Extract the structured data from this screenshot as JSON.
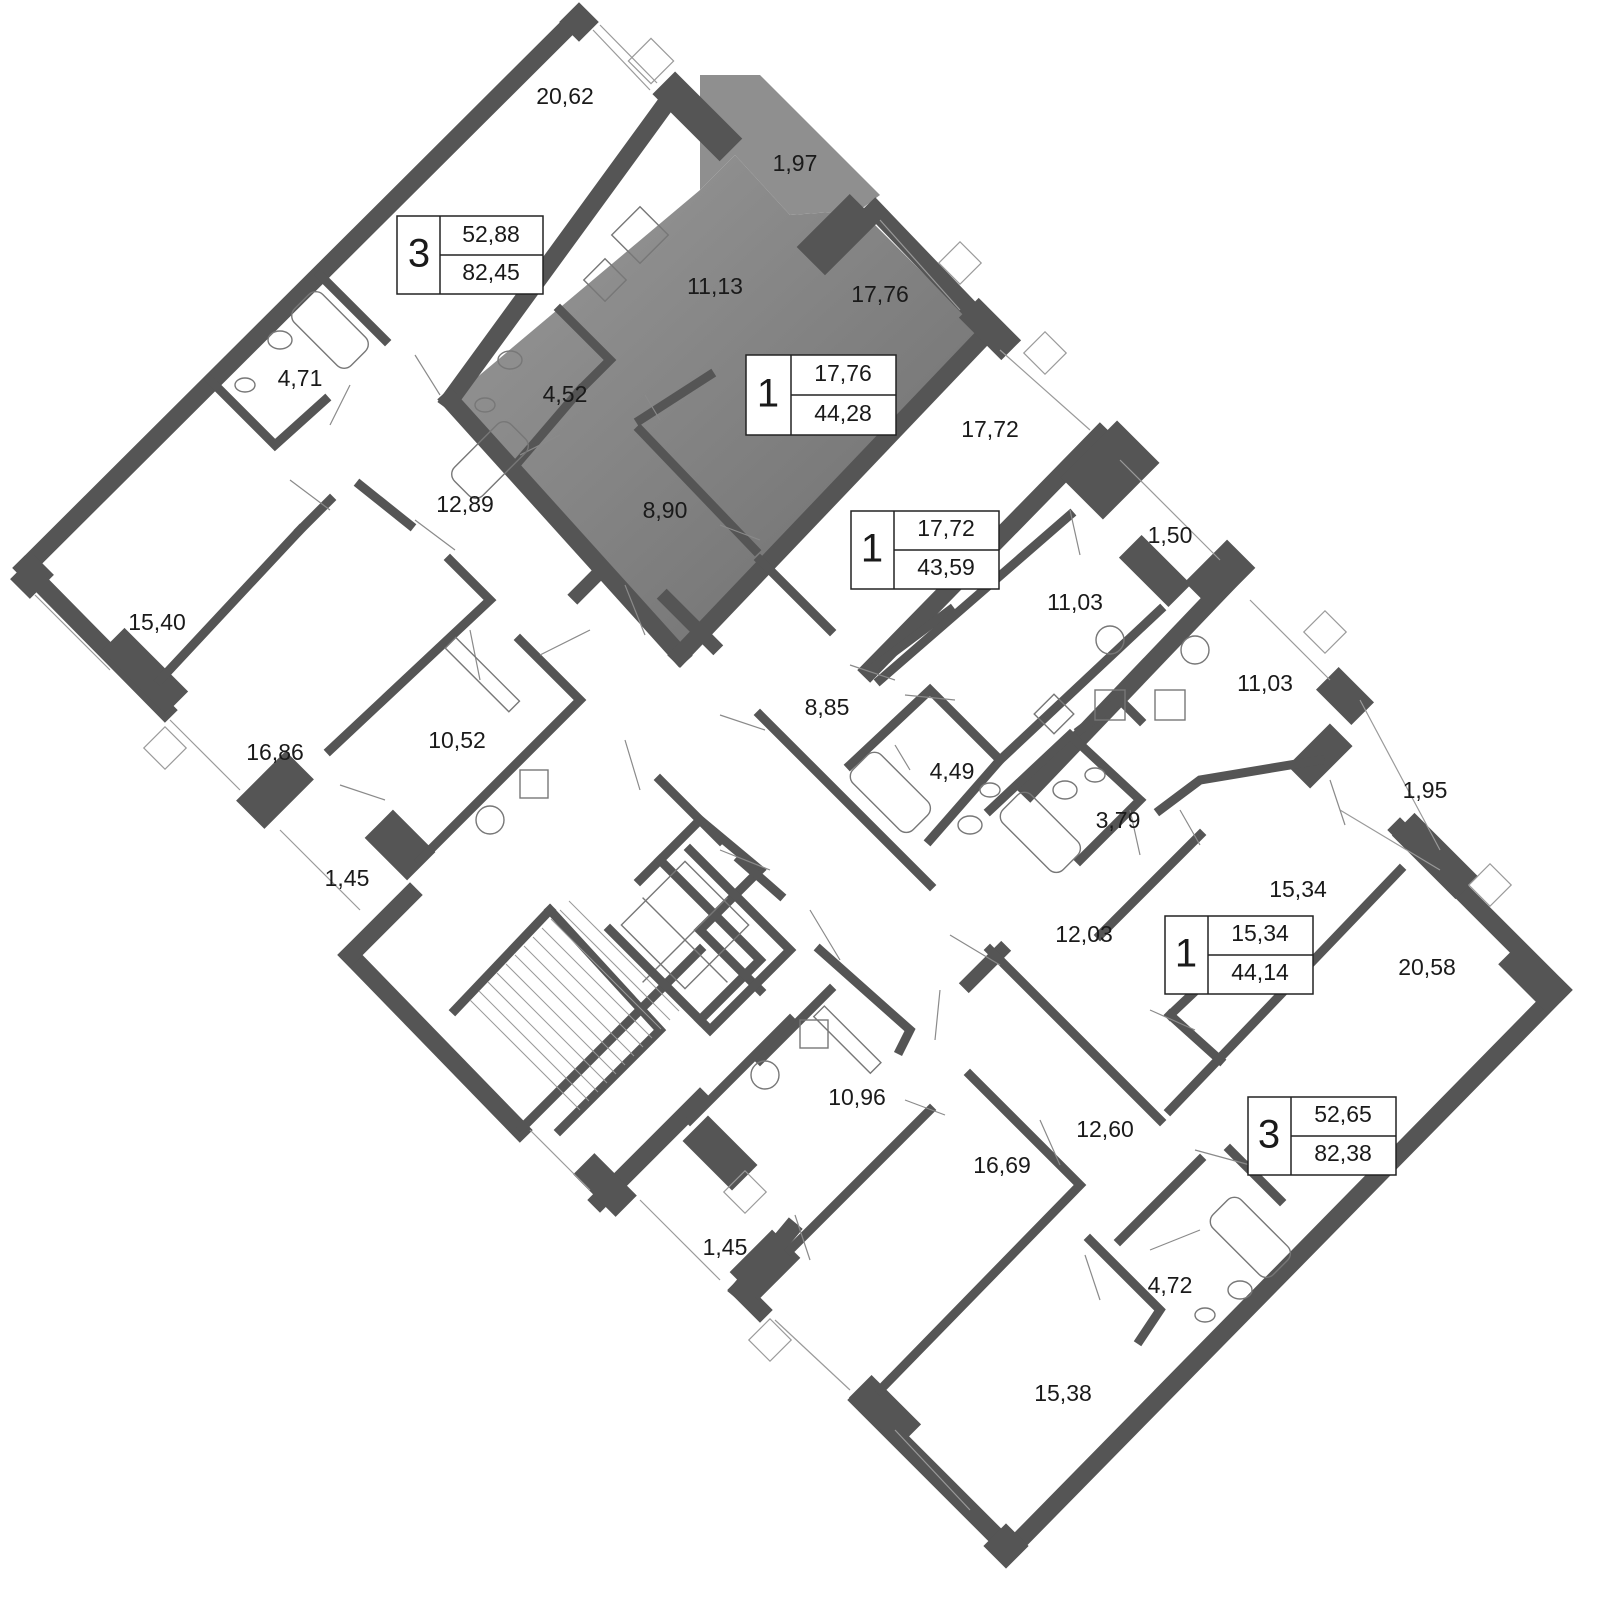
{
  "colors": {
    "wall": "#555555",
    "highlight_start": "#989898",
    "highlight_end": "#6e6e6e",
    "text": "#1a1a1a"
  },
  "room_labels": [
    "20,62",
    "1,97",
    "11,13",
    "17,76",
    "4,71",
    "4,52",
    "12,89",
    "8,90",
    "17,72",
    "15,40",
    "1,50",
    "11,03",
    "11,03",
    "16,86",
    "10,52",
    "8,85",
    "4,49",
    "1,95",
    "3,79",
    "1,45",
    "15,34",
    "12,03",
    "20,58",
    "10,96",
    "12,60",
    "16,69",
    "1,45",
    "4,72",
    "15,38"
  ],
  "apartments": [
    {
      "rooms": "3",
      "living": "52,88",
      "total": "82,45"
    },
    {
      "rooms": "1",
      "living": "17,76",
      "total": "44,28"
    },
    {
      "rooms": "1",
      "living": "17,72",
      "total": "43,59"
    },
    {
      "rooms": "1",
      "living": "15,34",
      "total": "44,14"
    },
    {
      "rooms": "3",
      "living": "52,65",
      "total": "82,38"
    }
  ]
}
